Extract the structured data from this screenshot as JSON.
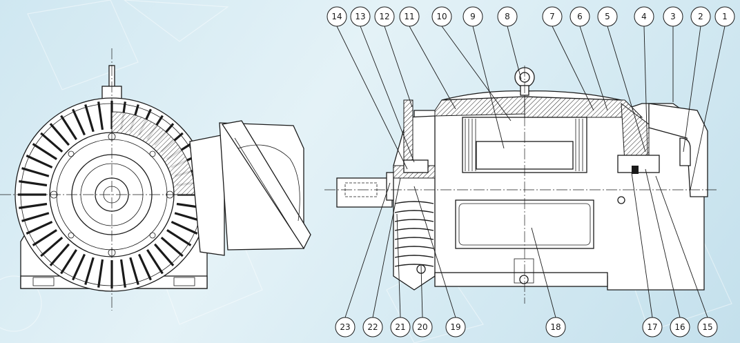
{
  "diagram": {
    "callouts_top": [
      "14",
      "13",
      "12",
      "11",
      "10",
      "9",
      "8",
      "7",
      "6",
      "5",
      "4",
      "3",
      "2",
      "1"
    ],
    "callouts_bottom": [
      "23",
      "22",
      "21",
      "20",
      "19",
      "18",
      "17",
      "16",
      "15"
    ]
  }
}
